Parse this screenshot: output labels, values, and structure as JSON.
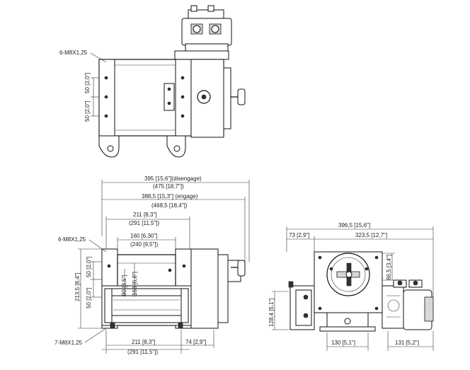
{
  "labels": {
    "top_bolt": "6-M8X1,25",
    "top_50a": "50 [2,0\"]",
    "top_50b": "50 [2,0\"]",
    "dim_395": "395 [15,6\"](disengage)",
    "dim_475": "(475 [18,7\"])",
    "dim_3885": "388,5 [15,3\"] (engage)",
    "dim_4685": "(468,5 [18,4\"])",
    "dim_211_top": "211 [8,3\"]",
    "dim_291_top": "(291 [11,5\"])",
    "dim_160": "160 [6,30\"]",
    "dim_240": "(240 [9,5\"])",
    "front_bolt": "6-M8X1,25",
    "front_50a": "50 [2,0\"]",
    "front_50b": "50 [2,0\"]",
    "dim_2135": "213,5 [8,4\"]",
    "dim_90": "90 [3,5\"]",
    "dim_168": "168 [6,6\"]",
    "bottom_bolt": "7-M8X1,25",
    "dim_211_bot": "211 [8,3\"]",
    "dim_291_bot": "(291 [11,5\"])",
    "dim_74": "74 [2,9\"]",
    "dim_3965": "396,5 [15,6\"]",
    "dim_73": "73 [2,9\"]",
    "dim_3235": "323,5 [12,7\"]",
    "dim_865": "86,5 [3,4\"]",
    "dim_1284": "128,4 [5,1\"]",
    "dim_130": "130 [5,1\"]",
    "dim_131": "131 [5,2\"]"
  }
}
